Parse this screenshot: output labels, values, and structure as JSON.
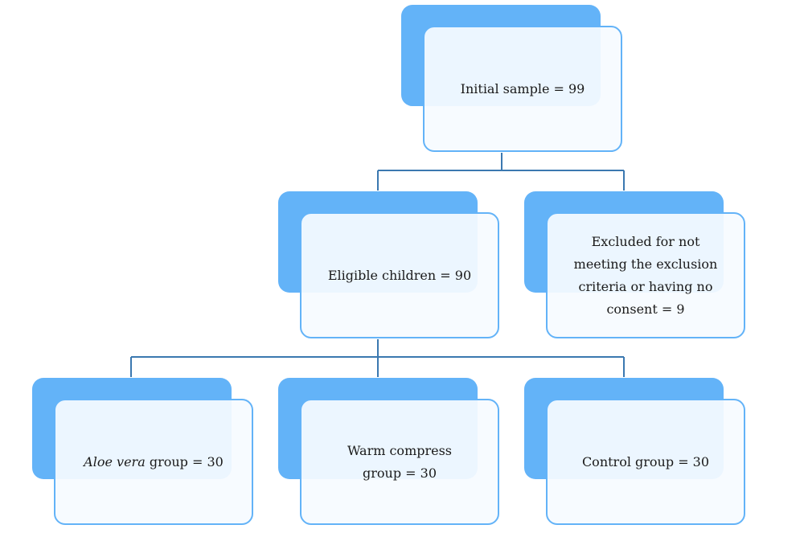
{
  "diagram": {
    "nodes": {
      "initial": {
        "text": "Initial sample = 99"
      },
      "eligible": {
        "text": "Eligible children = 90"
      },
      "excluded": {
        "text": "Excluded for not meeting the exclusion criteria or having no consent = 9"
      },
      "aloe": {
        "text_italic": "Aloe vera",
        "text_rest": " group = 30"
      },
      "warm": {
        "text": "Warm compress group = 30"
      },
      "control": {
        "text": "Control group = 30"
      }
    },
    "colors": {
      "box_fill": "#63b3f8",
      "box_border": "#63b3f8",
      "connector": "#3b78b0"
    }
  }
}
